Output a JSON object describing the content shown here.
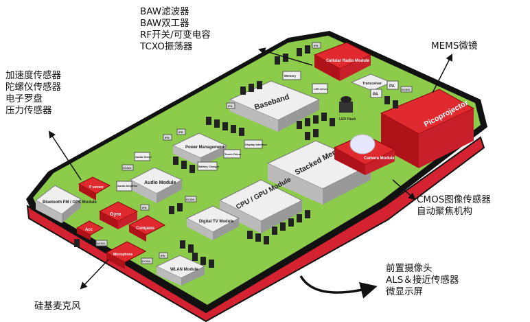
{
  "annotations": {
    "top_center": [
      "BAW滤波器",
      "BAW双工器",
      "RF开关/可变电容",
      "TCXO振荡器"
    ],
    "top_right": [
      "MEMS微镜"
    ],
    "left_upper": [
      "加速度传感器",
      "陀螺仪传感器",
      "电子罗盘",
      "压力传感器"
    ],
    "right_middle": [
      "CMOS图像传感器",
      "自动聚焦机构"
    ],
    "bottom_right": [
      "前置摄像头",
      "ALS＆接近传感器",
      "微显示屏"
    ],
    "bottom_left": [
      "硅基麦克风"
    ]
  },
  "board": {
    "modules": {
      "baseband": "Baseband",
      "stacked_memories": "Stacked Memories",
      "cpu_gpu": "CPU / GPU Module",
      "picoprojector": "Picoprojector",
      "camera": "Camera Module",
      "cellular_radio": "Cellular Radio Module",
      "bluetooth": "Bluetooth FM / GPS Module",
      "audio_module": "Audio Module",
      "power_management": "Power Management",
      "digital_tv": "Digital TV Module",
      "wlan": "WLAN Module",
      "gyro": "Gyro",
      "compass": "Compass",
      "accel": "Acc",
      "pressure": "P sensor",
      "microphone": "Microphone",
      "led_flash": "LED Flash",
      "led_driver": "LED driver",
      "transceiver": "Transceiver",
      "pa1": "PA",
      "pa2": "PA",
      "memory_small": "Memory",
      "battery_charger": "Battery Charger",
      "touch_driver": "Touch Driver",
      "display_interface": "Display Interface",
      "audio_driver": "Audio Driver",
      "audio_amplifier": "Audio Amplifier",
      "ipd": "IPD",
      "dcdc": "DC/DC"
    }
  },
  "colors": {
    "board_green": "#8dcc4a",
    "module_red": "#c8202a",
    "module_gray": "#dcdcdc",
    "edge_dark": "#111111",
    "pcb_edge": "#d42230"
  }
}
